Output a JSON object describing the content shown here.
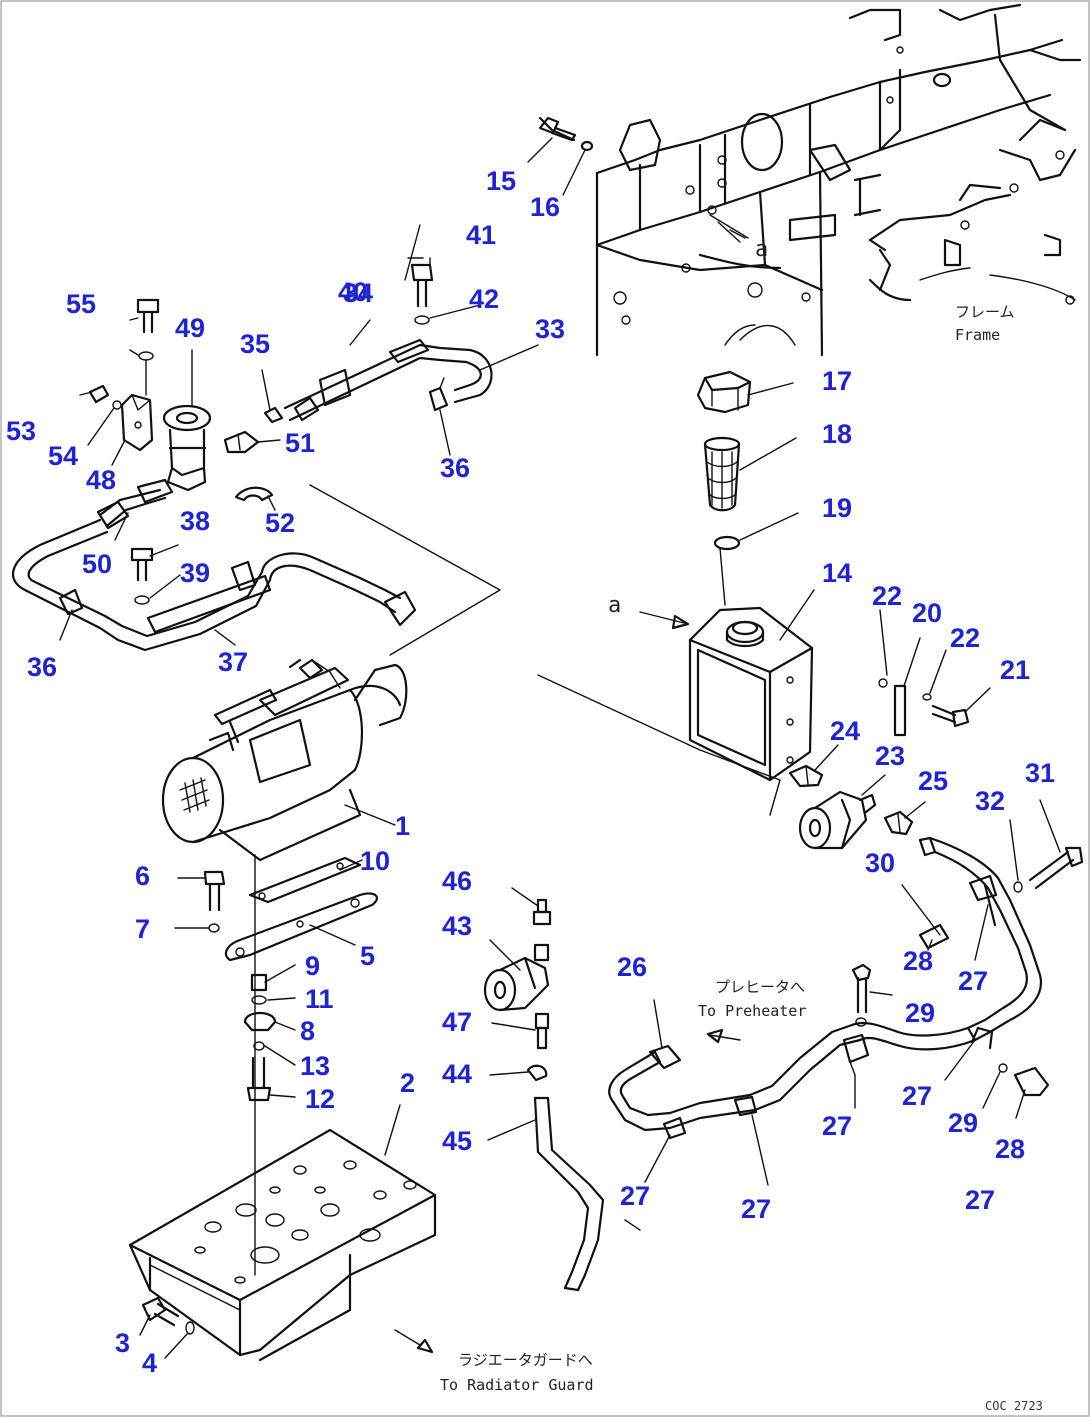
{
  "parts": [
    {
      "label": "1"
    },
    {
      "label": "2"
    },
    {
      "label": "3"
    },
    {
      "label": "4"
    },
    {
      "label": "5"
    },
    {
      "label": "6"
    },
    {
      "label": "7"
    },
    {
      "label": "8"
    },
    {
      "label": "9"
    },
    {
      "label": "10"
    },
    {
      "label": "11"
    },
    {
      "label": "12"
    },
    {
      "label": "13"
    },
    {
      "label": "14"
    },
    {
      "label": "15"
    },
    {
      "label": "16"
    },
    {
      "label": "17"
    },
    {
      "label": "18"
    },
    {
      "label": "19"
    },
    {
      "label": "20"
    },
    {
      "label": "21"
    },
    {
      "label": "22"
    },
    {
      "label": "22"
    },
    {
      "label": "23"
    },
    {
      "label": "24"
    },
    {
      "label": "25"
    },
    {
      "label": "26"
    },
    {
      "label": "27"
    },
    {
      "label": "27"
    },
    {
      "label": "27"
    },
    {
      "label": "27"
    },
    {
      "label": "27"
    },
    {
      "label": "27"
    },
    {
      "label": "28"
    },
    {
      "label": "28"
    },
    {
      "label": "29"
    },
    {
      "label": "29"
    },
    {
      "label": "30"
    },
    {
      "label": "31"
    },
    {
      "label": "32"
    },
    {
      "label": "33"
    },
    {
      "label": "34"
    },
    {
      "label": "35"
    },
    {
      "label": "36"
    },
    {
      "label": "36"
    },
    {
      "label": "37"
    },
    {
      "label": "38"
    },
    {
      "label": "39"
    },
    {
      "label": "40"
    },
    {
      "label": "41"
    },
    {
      "label": "42"
    },
    {
      "label": "43"
    },
    {
      "label": "44"
    },
    {
      "label": "45"
    },
    {
      "label": "46"
    },
    {
      "label": "47"
    },
    {
      "label": "48"
    },
    {
      "label": "49"
    },
    {
      "label": "50"
    },
    {
      "label": "51"
    },
    {
      "label": "52"
    },
    {
      "label": "53"
    },
    {
      "label": "54"
    },
    {
      "label": "55"
    }
  ],
  "annotations": {
    "frame_jp": "フレーム",
    "frame_en": "Frame",
    "preheater_jp": "プレヒータへ",
    "preheater_en": "To Preheater",
    "radiator_jp": "ラジエータガードへ",
    "radiator_en": "To Radiator Guard",
    "view_a_1": "a",
    "view_a_2": "a"
  },
  "drawing_code": "COC 2723",
  "colors": {
    "part_number": "#1f23d6",
    "line": "#111111"
  }
}
